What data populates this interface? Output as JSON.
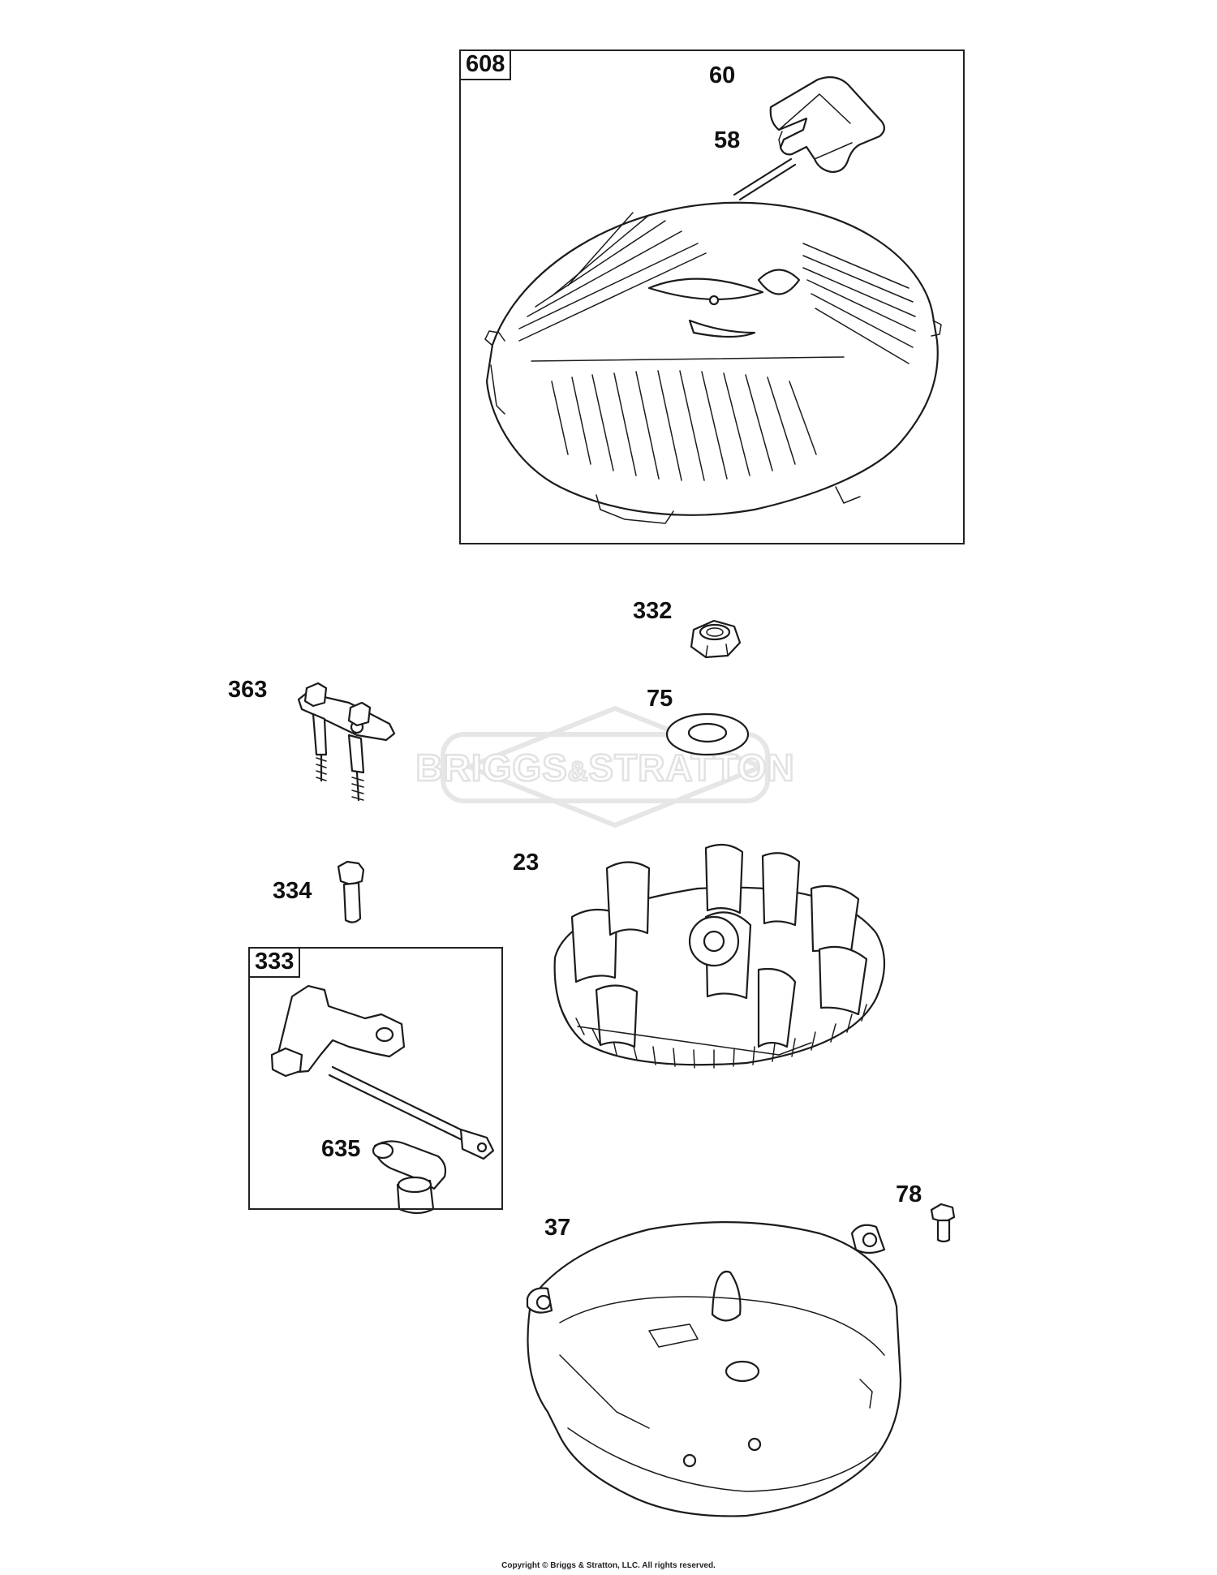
{
  "watermark": {
    "brand_left": "BRIGGS",
    "brand_amp": "&",
    "brand_right": "STRATTON"
  },
  "kits": [
    {
      "id": "608"
    },
    {
      "id": "333"
    }
  ],
  "parts": [
    {
      "ref": "60"
    },
    {
      "ref": "58"
    },
    {
      "ref": "332"
    },
    {
      "ref": "363"
    },
    {
      "ref": "75"
    },
    {
      "ref": "334"
    },
    {
      "ref": "23"
    },
    {
      "ref": "635"
    },
    {
      "ref": "78"
    },
    {
      "ref": "37"
    }
  ],
  "footer": {
    "copyright": "Copyright © Briggs & Stratton, LLC. All rights reserved."
  }
}
